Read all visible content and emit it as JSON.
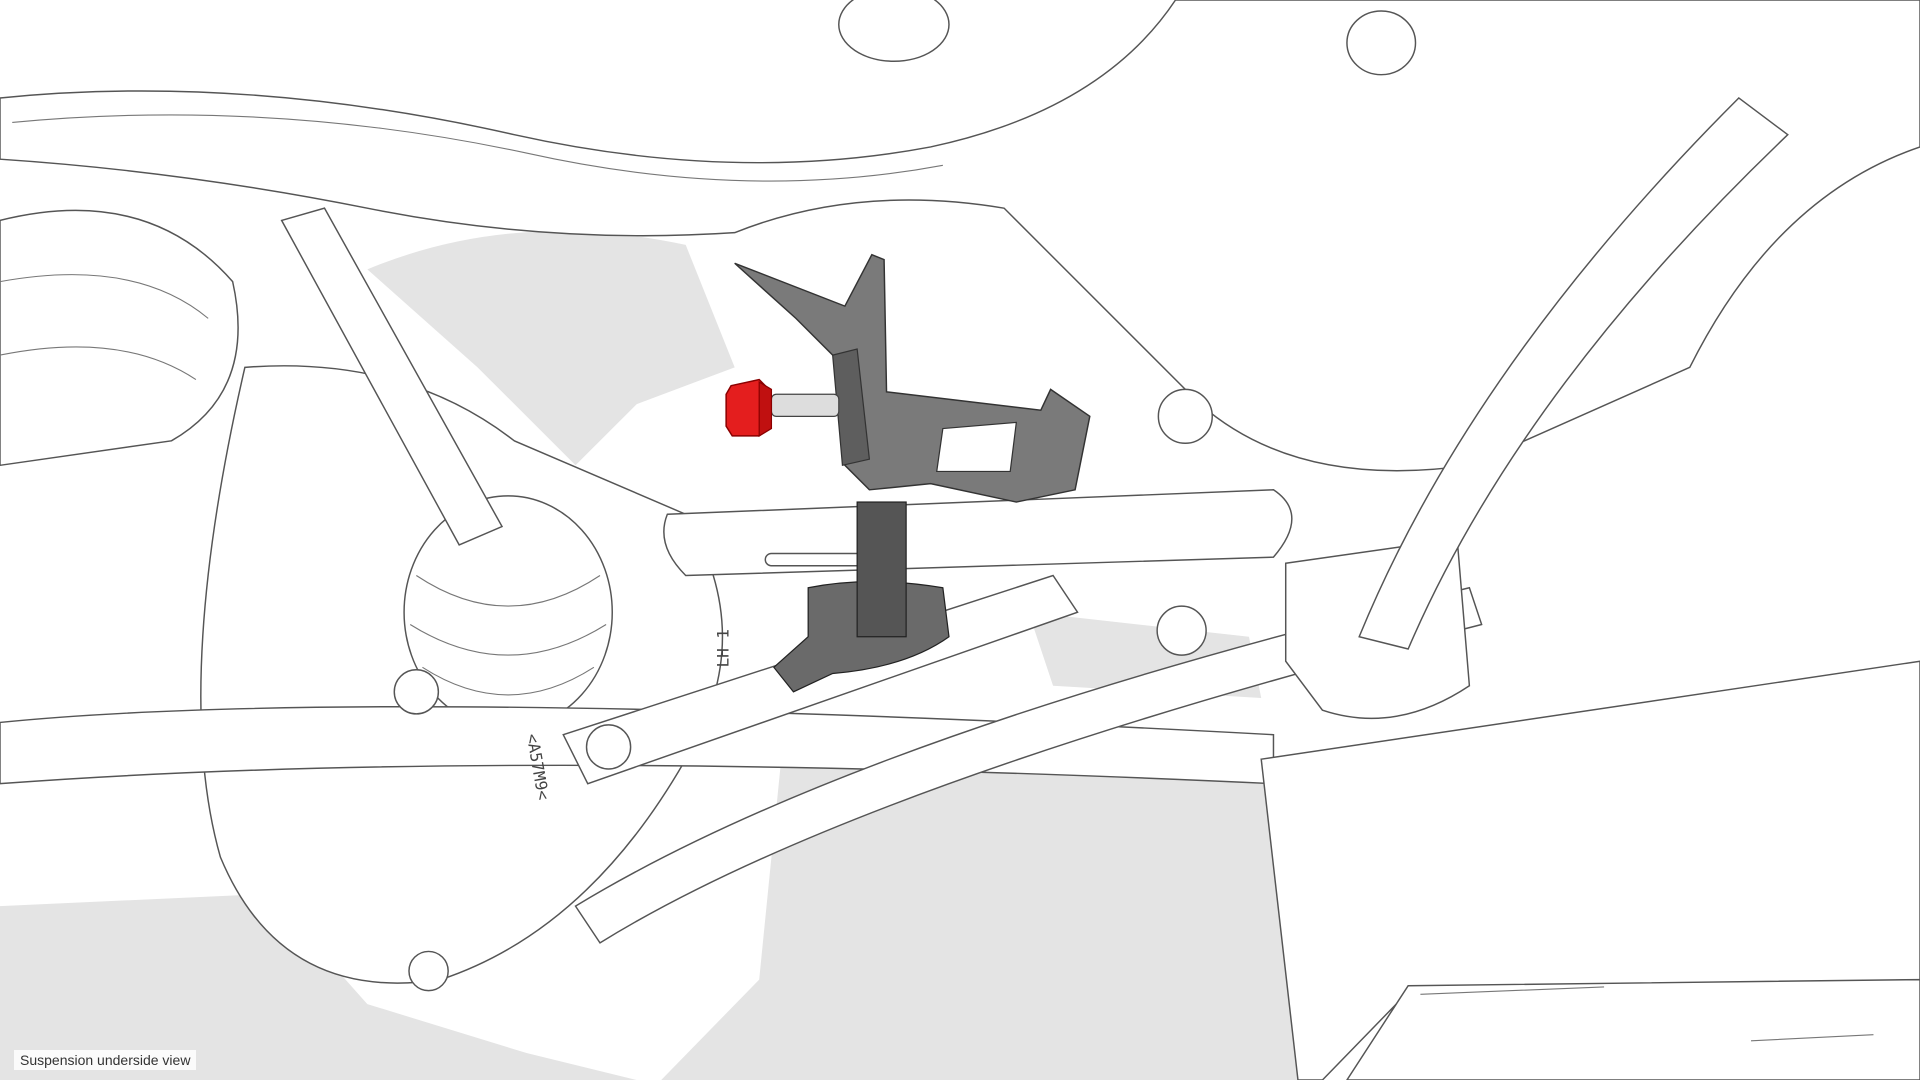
{
  "illustration": {
    "subject": "Suspension underside view",
    "highlight_color": "#e41e1e",
    "bracket_color": "#6e6e6e",
    "background_shade": "#e4e4e4",
    "part_markings": {
      "arm_stamp": "<A57M9<",
      "knuckle_stamp": "LH 1"
    }
  }
}
